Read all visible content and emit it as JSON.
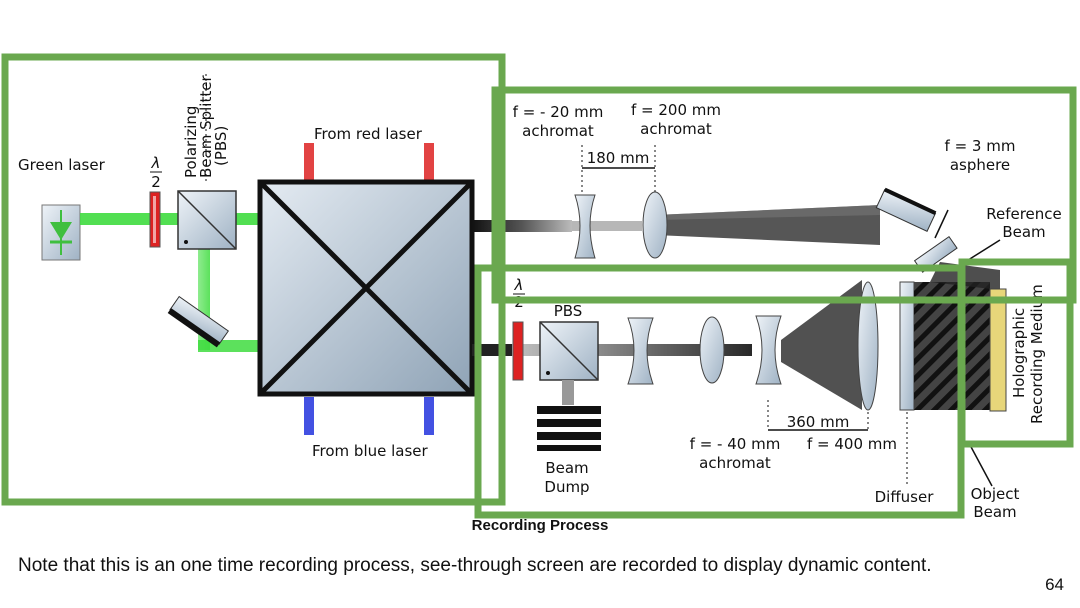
{
  "labels": {
    "green_laser": "Green laser",
    "half_wave_numerator": "λ",
    "half_wave_denominator": "2",
    "pbs_line1": "Polarizing",
    "pbs_line2": "Beam Splitter",
    "pbs_line3": "(PBS)",
    "from_red_laser": "From red laser",
    "from_blue_laser": "From blue laser",
    "f_neg20_line1": "f = - 20 mm",
    "f_neg20_line2": "achromat",
    "f_200_line1": "f = 200 mm",
    "f_200_line2": "achromat",
    "dist_180": "180 mm",
    "f_3_line1": "f = 3 mm",
    "f_3_line2": "asphere",
    "reference_line1": "Reference",
    "reference_line2": "Beam",
    "pbs_short": "PBS",
    "beam_dump_line1": "Beam",
    "beam_dump_line2": "Dump",
    "dist_360": "360 mm",
    "f_neg40_line1": "f = - 40 mm",
    "f_neg40_line2": "achromat",
    "f_400": "f = 400 mm",
    "diffuser": "Diffuser",
    "object_line1": "Object",
    "object_line2": "Beam",
    "holo_line1": "Holographic",
    "holo_line2": "Recording Medium"
  },
  "caption": "Recording Process",
  "note": "Note that this is an one time recording process, see-through screen are recorded to display dynamic content.",
  "page_number": "64",
  "colors": {
    "highlight_frame": "#6aa84f",
    "green_beam": "#3fdc3f",
    "red_laser": "#dd2222",
    "blue_laser": "#2233dd",
    "optic_fill": "#c9d6e2"
  }
}
